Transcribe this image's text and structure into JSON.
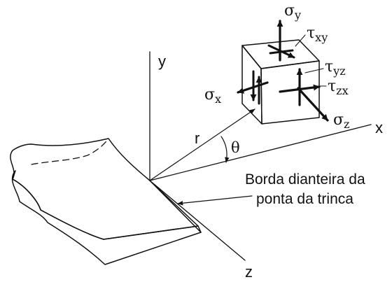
{
  "axes": {
    "x": "x",
    "y": "y",
    "z": "z"
  },
  "geometry_labels": {
    "radius": "r",
    "angle": "θ"
  },
  "stress_components": {
    "sigma_y": {
      "symbol": "σ",
      "subscript": "y"
    },
    "tau_xy": {
      "symbol": "τ",
      "subscript": "xy"
    },
    "tau_yz": {
      "symbol": "τ",
      "subscript": "yz"
    },
    "tau_zx": {
      "symbol": "τ",
      "subscript": "zx"
    },
    "sigma_x": {
      "symbol": "σ",
      "subscript": "x"
    },
    "sigma_z": {
      "symbol": "σ",
      "subscript": "z"
    }
  },
  "crack_front_label": {
    "line1": "Borda dianteira da",
    "line2": "ponta da trinca"
  },
  "colors": {
    "ink": "#111111",
    "background": "#ffffff"
  }
}
